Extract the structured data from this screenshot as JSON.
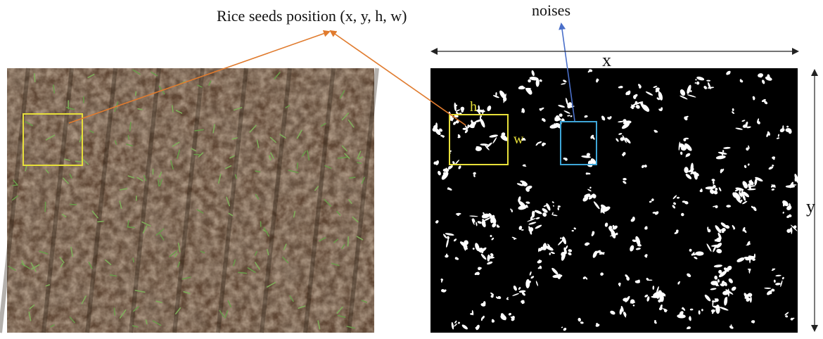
{
  "labels": {
    "rice_seeds_position": "Rice seeds position (x, y, h, w)",
    "noises": "noises",
    "x_axis": "x",
    "y_axis": "y",
    "box_height": "h",
    "box_width": "w"
  },
  "colors": {
    "seed_box": "#e8e03a",
    "noise_box": "#3ea6d8",
    "seed_arrow": "#e07b2e",
    "noise_arrow": "#4a6fc9",
    "soil": "#5e4533",
    "mask_background": "#000000",
    "mask_foreground": "#ffffff"
  }
}
